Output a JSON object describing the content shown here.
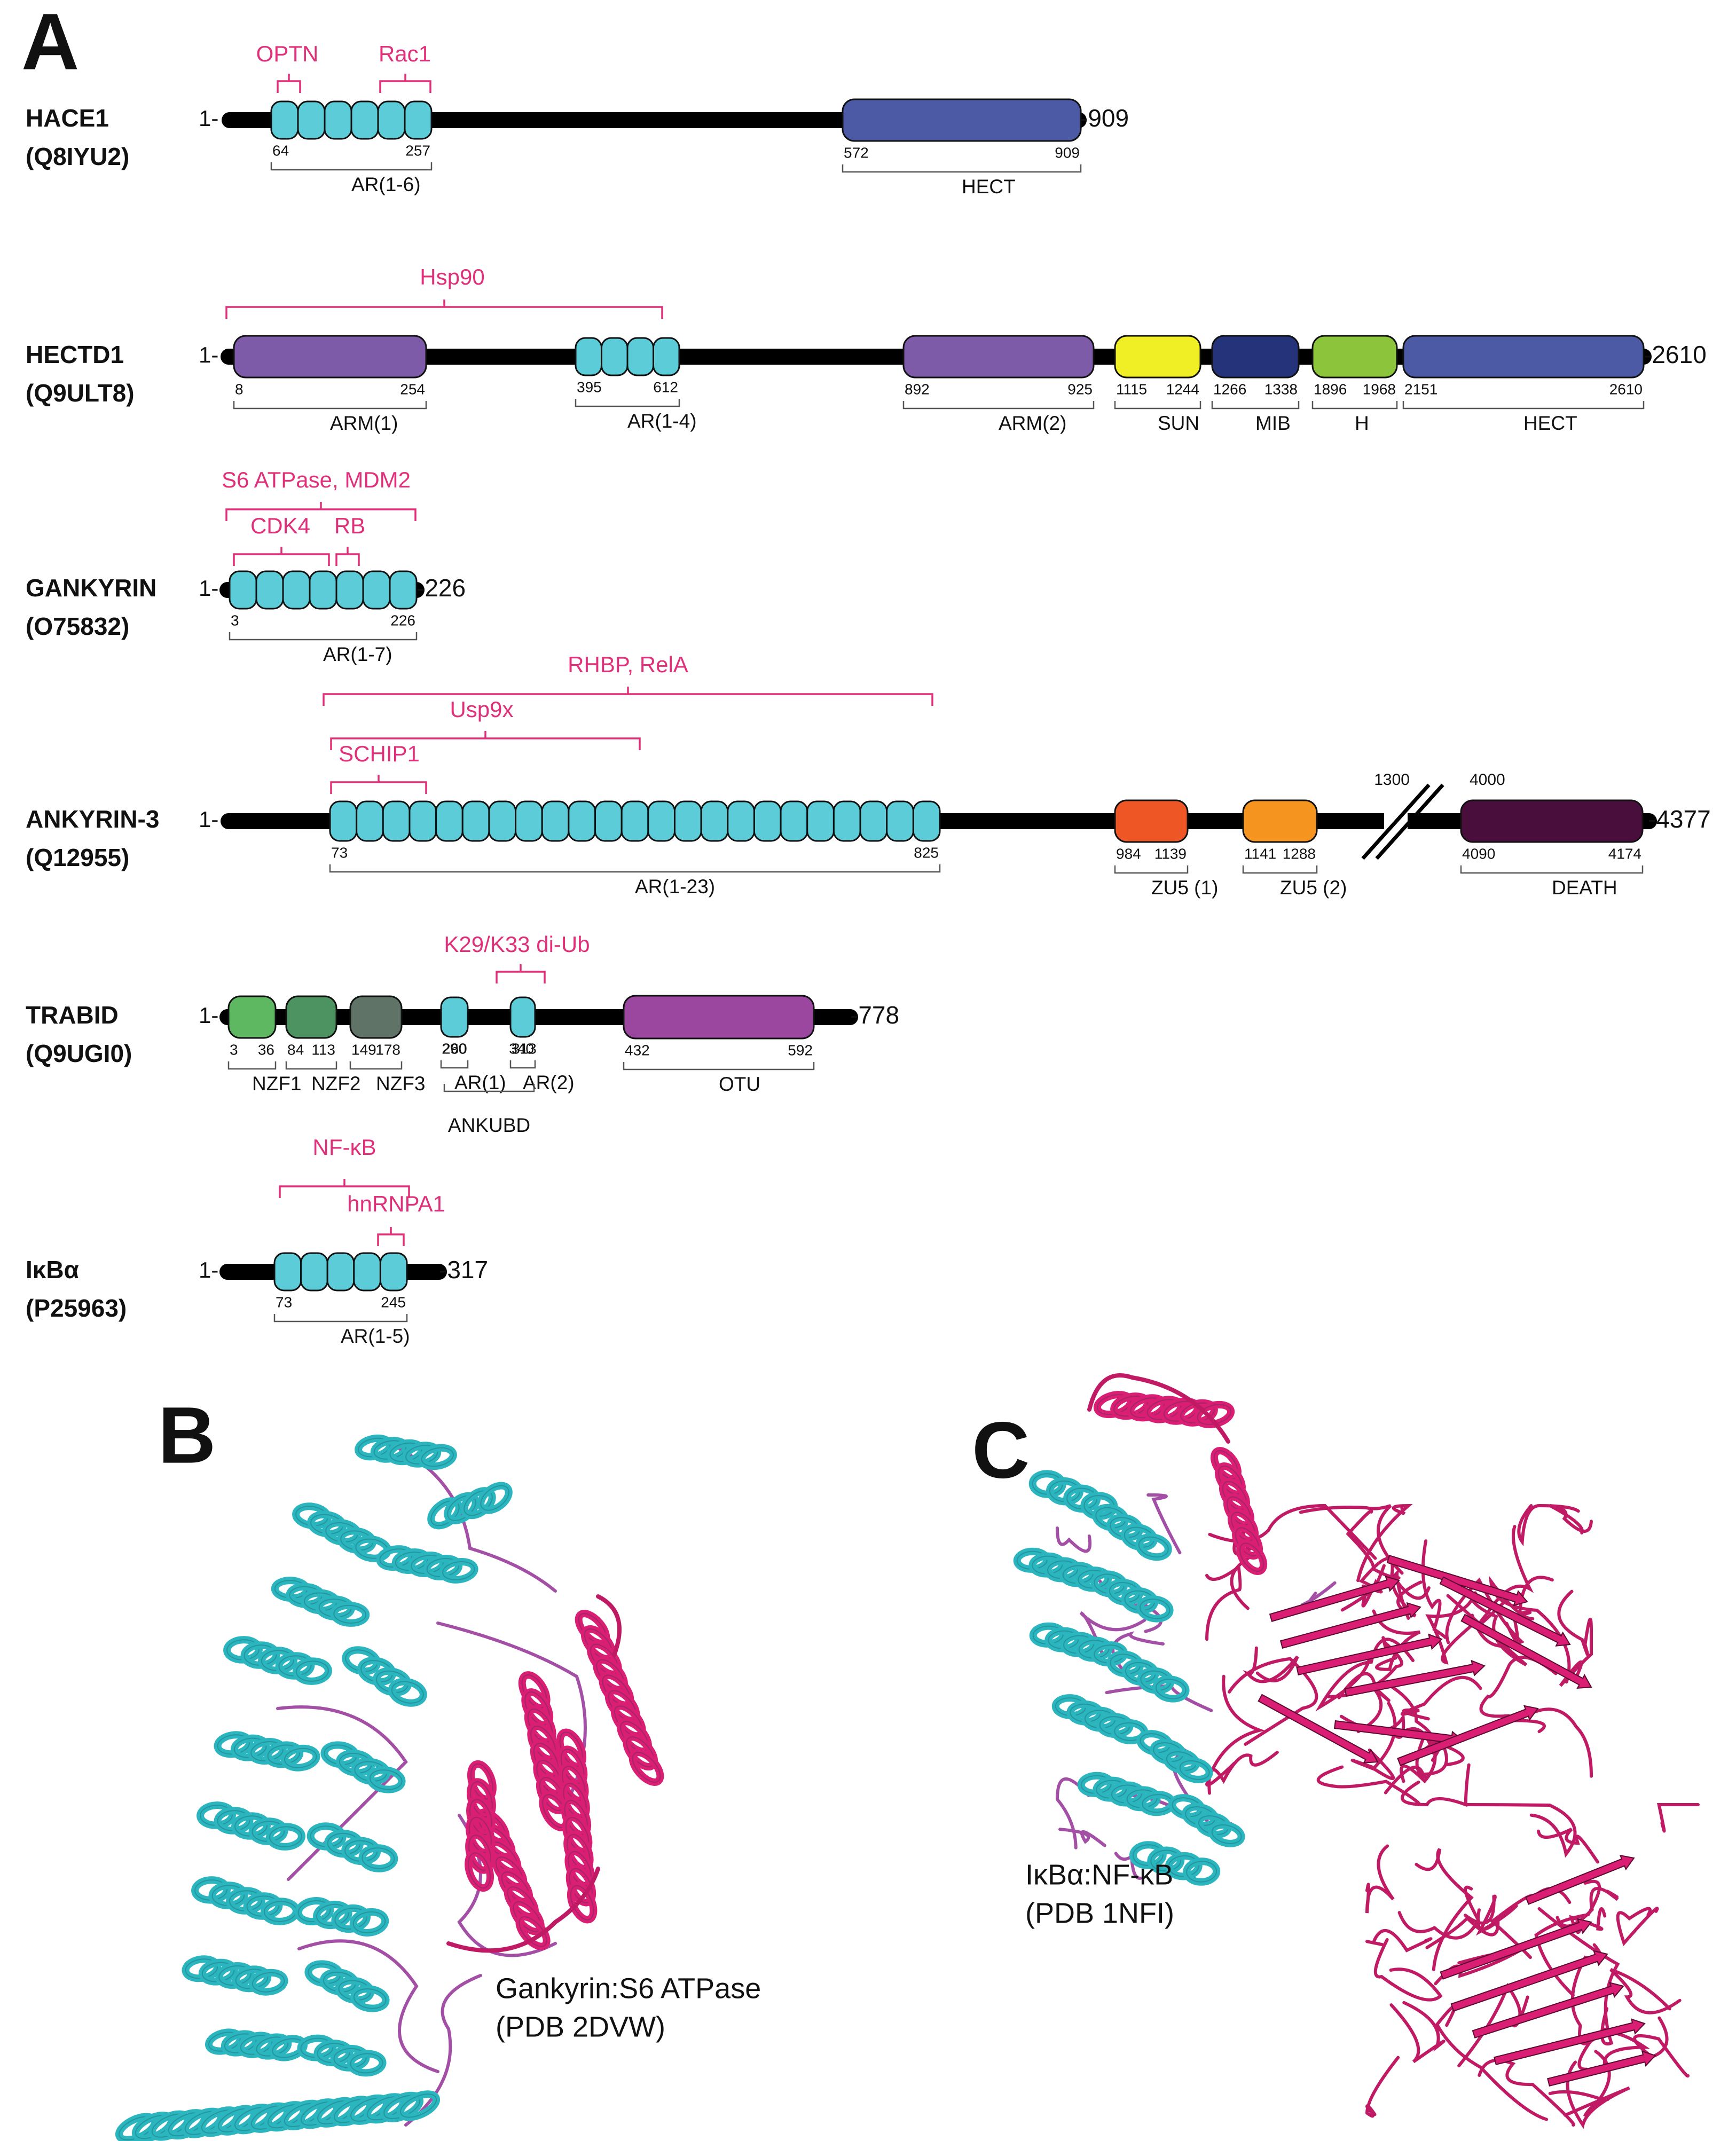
{
  "panels": {
    "a": "A",
    "b": "B",
    "c": "C"
  },
  "colors": {
    "backbone": "#000000",
    "interaction": "#e0307a",
    "ankyrin_repeat": "#5ccdd8",
    "hect": "#4c5aa6",
    "arm": "#7d5ba8",
    "sun": "#f0ee24",
    "mib": "#25337a",
    "h": "#8cc43c",
    "zu5_1": "#ef5625",
    "zu5_2": "#f5951f",
    "death": "#4a0e3c",
    "nzf1": "#5db861",
    "nzf2": "#4d9261",
    "nzf3": "#5f7467",
    "otu": "#9b47a0",
    "structure_ar": "#2bb5be",
    "structure_partner": "#d91e74",
    "structure_loop_ar": "#a44fa6",
    "structure_loop_partner": "#c01a64"
  },
  "proteins": [
    {
      "name": "HACE1",
      "accession": "(Q8IYU2)",
      "start_label": "1-",
      "end_label": "-909",
      "domains": [
        {
          "label": "AR(1-6)",
          "start": "64",
          "end": "257"
        },
        {
          "label": "HECT",
          "start": "572",
          "end": "909"
        }
      ],
      "interactions": [
        "OPTN",
        "Rac1"
      ]
    },
    {
      "name": "HECTD1",
      "accession": "(Q9ULT8)",
      "start_label": "1-",
      "end_label": "-2610",
      "domains": [
        {
          "label": "ARM(1)",
          "start": "8",
          "end": "254"
        },
        {
          "label": "AR(1-4)",
          "start": "395",
          "end": "612"
        },
        {
          "label": "ARM(2)",
          "start": "892",
          "end": "925"
        },
        {
          "label": "SUN",
          "start": "1115",
          "end": "1244"
        },
        {
          "label": "MIB",
          "start": "1266",
          "end": "1338"
        },
        {
          "label": "H",
          "start": "1896",
          "end": "1968"
        },
        {
          "label": "HECT",
          "start": "2151",
          "end": "2610"
        }
      ],
      "interactions": [
        "Hsp90"
      ]
    },
    {
      "name": "GANKYRIN",
      "accession": "(O75832)",
      "start_label": "1-",
      "end_label": "-226",
      "domains": [
        {
          "label": "AR(1-7)",
          "start": "3",
          "end": "226"
        }
      ],
      "interactions": [
        "S6 ATPase, MDM2",
        "CDK4",
        "RB"
      ]
    },
    {
      "name": "ANKYRIN-3",
      "accession": "(Q12955)",
      "start_label": "1-",
      "end_label": "-4377",
      "break_labels": [
        "1300",
        "4000"
      ],
      "domains": [
        {
          "label": "AR(1-23)",
          "start": "73",
          "end": "825"
        },
        {
          "label": "ZU5 (1)",
          "start": "984",
          "end": "1139"
        },
        {
          "label": "ZU5 (2)",
          "start": "1141",
          "end": "1288"
        },
        {
          "label": "DEATH",
          "start": "4090",
          "end": "4174"
        }
      ],
      "interactions": [
        "RHBP, RelA",
        "Usp9x",
        "SCHIP1"
      ]
    },
    {
      "name": "TRABID",
      "accession": "(Q9UGI0)",
      "start_label": "1-",
      "end_label": "-778",
      "domains": [
        {
          "label": "NZF1",
          "start": "3",
          "end": "36"
        },
        {
          "label": "NZF2",
          "start": "84",
          "end": "113"
        },
        {
          "label": "NZF3",
          "start": "149",
          "end": "178"
        },
        {
          "label": "AR(1)",
          "start": "260",
          "end": "290"
        },
        {
          "label": "AR(2)",
          "start": "313",
          "end": "340"
        },
        {
          "label": "OTU",
          "start": "432",
          "end": "592"
        }
      ],
      "group_label": "ANKUBD",
      "interactions": [
        "K29/K33 di-Ub"
      ]
    },
    {
      "name": "IκBα",
      "accession": "(P25963)",
      "start_label": "1-",
      "end_label": "-317",
      "domains": [
        {
          "label": "AR(1-5)",
          "start": "73",
          "end": "245"
        }
      ],
      "interactions": [
        "NF-κB",
        "hnRNPA1"
      ]
    }
  ],
  "structures": [
    {
      "complex": "Gankyrin:S6 ATPase",
      "pdb": "(PDB 2DVW)"
    },
    {
      "complex": "IκBα:NF-κB",
      "pdb": "(PDB 1NFI)"
    }
  ]
}
